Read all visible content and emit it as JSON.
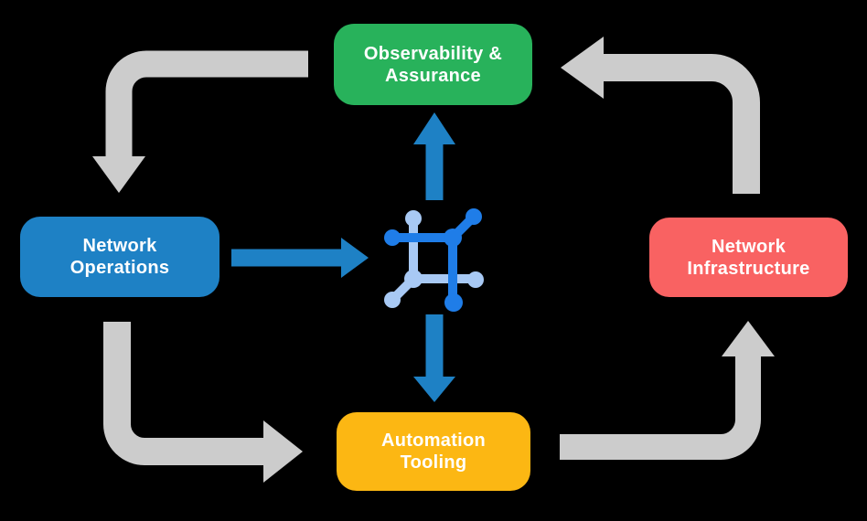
{
  "colors": {
    "background": "#000000",
    "text": "#ffffff",
    "arrow_gray": "#cccccc",
    "arrow_blue": "#1e81c5",
    "node_green": "#28b25b",
    "node_blue": "#1e81c5",
    "node_red": "#f96262",
    "node_yellow": "#fcb713",
    "icon_dark_blue": "#1f7de8",
    "icon_light_blue": "#a8c9f4"
  },
  "nodes": {
    "observability": {
      "line1": "Observability &",
      "line2": "Assurance"
    },
    "operations": {
      "line1": "Network",
      "line2": "Operations"
    },
    "infrastructure": {
      "line1": "Network",
      "line2": "Infrastructure"
    },
    "automation": {
      "line1": "Automation",
      "line2": "Tooling"
    }
  },
  "icons": {
    "center": "network-mesh-icon"
  },
  "flows": [
    {
      "from": "observability",
      "to": "operations",
      "style": "gray"
    },
    {
      "from": "operations",
      "to": "automation",
      "style": "gray"
    },
    {
      "from": "automation",
      "to": "infrastructure",
      "style": "gray"
    },
    {
      "from": "infrastructure",
      "to": "observability",
      "style": "gray"
    },
    {
      "from": "operations",
      "to": "center-icon",
      "style": "blue"
    },
    {
      "from": "center-icon",
      "to": "observability",
      "style": "blue"
    },
    {
      "from": "center-icon",
      "to": "automation",
      "style": "blue"
    }
  ]
}
